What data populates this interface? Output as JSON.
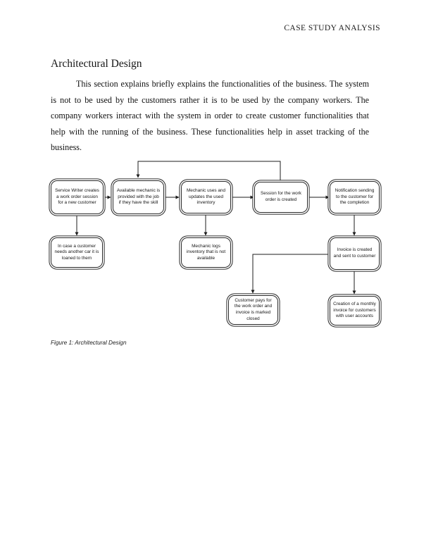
{
  "header": {
    "running_head": "CASE STUDY ANALYSIS"
  },
  "section": {
    "title": "Architectural Design",
    "paragraph": "This section explains briefly explains the functionalities of the business. The system is not to be used by the customers rather it is to be used by the company workers. The company workers interact with the system in order to create customer functionalities that help with the running of the business. These functionalities help in asset tracking of the business."
  },
  "figure": {
    "caption": "Figure 1: Architectural Design",
    "nodes": [
      {
        "id": "service-writer",
        "text": "Service Writer creates a work order session for a new customer"
      },
      {
        "id": "available-mechanic",
        "text": "Available mechanic is provided with the job if they have the skill"
      },
      {
        "id": "mechanic-updates-inventory",
        "text": "Mechanic uses and updates the used inventory"
      },
      {
        "id": "session-created",
        "text": "Session for the work order is created"
      },
      {
        "id": "notification-sending",
        "text": "Notification sending to the customer for the completion"
      },
      {
        "id": "loaner-car",
        "text": "In case a customer needs another car it is loaned to them"
      },
      {
        "id": "mechanic-logs-inventory",
        "text": "Mechanic logs inventory that is not available"
      },
      {
        "id": "invoice-created",
        "text": "Invoice is created and sent to customer"
      },
      {
        "id": "customer-pays",
        "text": "Customer pays for the work order and invoice is marked closed"
      },
      {
        "id": "monthly-invoice",
        "text": "Creation of a monthly invoice for customers with  user accounts"
      }
    ]
  }
}
